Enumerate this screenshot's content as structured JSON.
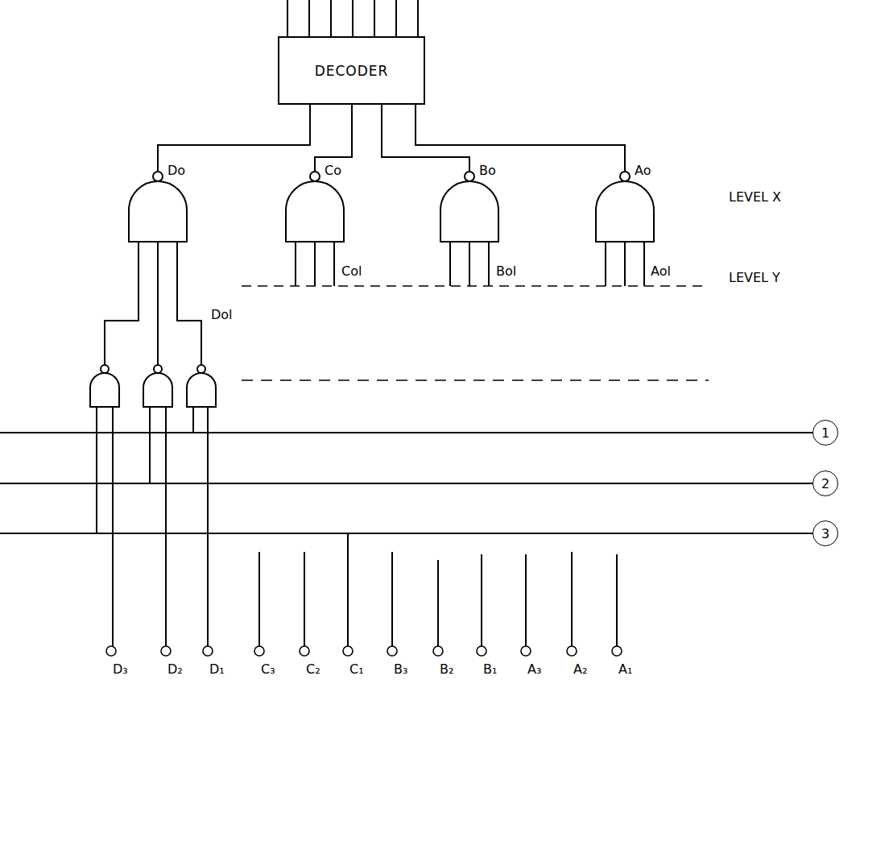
{
  "diagram": {
    "nodes": [
      {
        "text": [
          "DECODER"
        ]
      },
      {
        "text": [
          "Do"
        ]
      },
      {
        "text": [
          "Co"
        ]
      },
      {
        "text": [
          "Bo"
        ]
      },
      {
        "text": [
          "Ao"
        ]
      },
      {
        "text": [
          "1"
        ]
      },
      {
        "text": [
          "2"
        ]
      },
      {
        "text": [
          "3"
        ]
      }
    ],
    "edges": [
      {
        "from": 0,
        "to": 1,
        "arrow": "none"
      },
      {
        "from": 0,
        "to": 2,
        "arrow": "none"
      },
      {
        "from": 0,
        "to": 3,
        "arrow": "none"
      },
      {
        "from": 0,
        "to": 4,
        "arrow": "none"
      }
    ],
    "labels": [
      "LEVEL X",
      "LEVEL Y",
      "Dol",
      "Col",
      "Bol",
      "Aol",
      "D₃",
      "D₂",
      "D₁",
      "C₃",
      "C₂",
      "C₁",
      "B₃",
      "B₂",
      "B₁",
      "A₃",
      "A₂",
      "A₁"
    ]
  }
}
